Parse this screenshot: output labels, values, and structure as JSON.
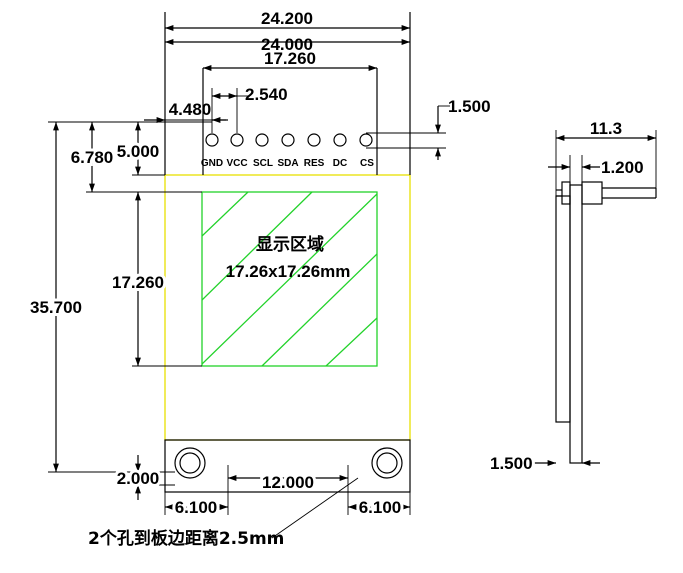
{
  "dims": {
    "w24_2": "24.200",
    "w24_0": "24.000",
    "w17_26_top": "17.260",
    "d4_48": "4.480",
    "d2_54": "2.540",
    "d1_5_top": "1.500",
    "d6_78": "6.780",
    "d5_0": "5.000",
    "h17_26": "17.260",
    "h35_7": "35.700",
    "d2_0": "2.000",
    "d12_0": "12.000",
    "d6_1_left": "6.100",
    "d6_1_right": "6.100",
    "side_11_3": "11.3",
    "side_1_2": "1.200",
    "side_1_5": "1.500"
  },
  "pins": [
    "GND",
    "VCC",
    "SCL",
    "SDA",
    "RES",
    "DC",
    "CS"
  ],
  "display": {
    "label": "显示区域",
    "size": "17.26x17.26mm"
  },
  "hole_note": "2个孔到板边距离2.5mm",
  "colors": {
    "board_outline": "#e8e000",
    "display_outline": "#22d22a",
    "lines": "#000000"
  }
}
